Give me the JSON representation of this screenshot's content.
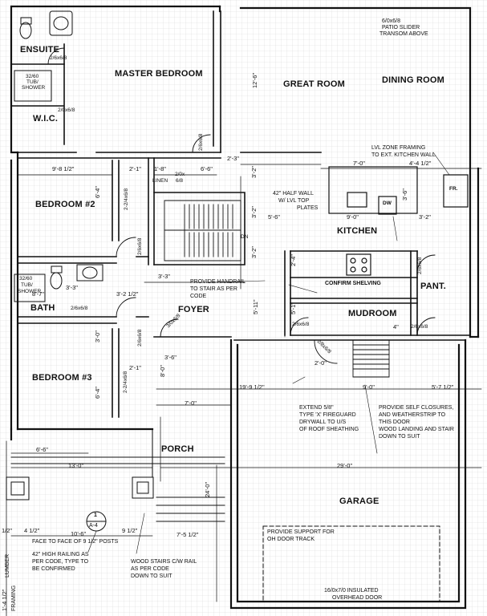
{
  "rooms": {
    "ensuite": "ENSUITE",
    "master_bedroom": "MASTER BEDROOM",
    "great_room": "GREAT ROOM",
    "dining_room": "DINING ROOM",
    "wic": "W.I.C.",
    "bedroom2": "BEDROOM #2",
    "kitchen": "KITCHEN",
    "bath": "BATH",
    "foyer": "FOYER",
    "mudroom": "MUDROOM",
    "pantry": "PANT.",
    "bedroom3": "BEDROOM #3",
    "porch": "PORCH",
    "garage": "GARAGE",
    "linen": "LINEN",
    "fridge": "FR.",
    "dishwasher": "DW",
    "down": "DN"
  },
  "doors": {
    "ensuite": "2/6x6/8",
    "tub_top": "32/60",
    "tub_bottom": "TUB/",
    "tub_shower": "SHOWER",
    "wic": "2/0x6/8",
    "master": "2/6x6/8",
    "linen_door": "2/0x",
    "linen_door2": "6/8",
    "bed2_closet": "2-2/4x6/8",
    "bed2": "2/6x6/8",
    "bath_tub_top": "32/60",
    "bath_tub_mid": "TUB/",
    "bath_tub_bot": "SHOWER",
    "bath": "2/6x6/8",
    "bed3": "2/6x6/8",
    "foyer_closet": "3/0x6/8",
    "bed3_closet": "2-2/4x6/8",
    "mudroom": "2/6x6/8",
    "mudroom_right": "2/6x6/8",
    "pantry": "2/6x6/8",
    "garage": "2/8x6/8"
  },
  "dims": {
    "d_2_3": "2'-3\"",
    "d_12_6": "12'-6\"",
    "d_9_8": "9'-8 1/2\"",
    "d_2_1a": "2'-1\"",
    "d_1_8": "1'-8\"",
    "d_6_6": "6'-6\"",
    "d_3_2a": "3'-2\"",
    "d_6_4a": "6'-4\"",
    "d_3_2b": "3'-2\"",
    "d_3_2c": "3'-2\"",
    "d_7_0a": "7'-0\"",
    "d_4_4": "4'-4 1/2\"",
    "d_3_6a": "3'-6\"",
    "d_5_6": "5'-6\"",
    "d_9_0a": "9'-0\"",
    "d_3_2d": "3'-2\"",
    "d_3_3a": "3'-3\"",
    "d_3_3b": "3'-3\"",
    "d_8_7": "8'-7\"",
    "d_3_2_1_2": "3'-2 1/2\"",
    "d_2_4": "2'-4\"",
    "d_5_11": "5'-11\"",
    "d_5_1": "5'-1\"",
    "d_4": "4\"",
    "d_3_0": "3'-0\"",
    "d_3_6b": "3'-6\"",
    "d_2_1b": "2'-1\"",
    "d_8_0": "8'-0\"",
    "d_2_0": "2'-0\"",
    "d_6_4b": "6'-4\"",
    "d_19_9": "19'-9 1/2\"",
    "d_9_0b": "9'-0\"",
    "d_5_7": "5'-7 1/2\"",
    "d_7_0b": "7'-0\"",
    "d_6_6b": "6'-6\"",
    "d_13_0": "13'-0\"",
    "d_29_0": "29'-0\"",
    "d_24_0": "24'-0\"",
    "d_4_1_2": "4 1/2\"",
    "d_10_6": "10'-6\"",
    "d_9_1_2": "9 1/2\"",
    "d_7_5": "7'-5 1/2\"",
    "d_1_2": "1/2\"",
    "d_1_4": "1'-4 1/2\""
  },
  "notes": {
    "patio1": "6/0x6/8",
    "patio2": "PATIO SLIDER",
    "patio3": "TRANSOM ABOVE",
    "lvl1": "LVL ZONE FRAMING",
    "lvl2": "TO EXT. KITCHEN WALL",
    "half1": "42\" HALF WALL",
    "half2": "W/ LVL TOP",
    "half3": "PLATES",
    "handrail1": "PROVIDE HANDRAIL",
    "handrail2": "TO STAIR AS PER",
    "handrail3": "CODE",
    "shelving": "CONFIRM SHELVING",
    "ext1": "EXTEND 5/8\"",
    "ext2": "TYPE 'X' FIREGUARD",
    "ext3": "DRYWALL TO U/S",
    "ext4": "OF ROOF SHEATHING",
    "self1": "PROVIDE SELF CLOSURES,",
    "self2": "AND WEATHERSTRIP TO",
    "self3": "THIS DOOR",
    "self4": "WOOD LANDING AND STAIR",
    "self5": "DOWN TO SUIT",
    "face1": "FACE TO FACE OF 9 1/2\" POSTS",
    "rail1": "42\" HIGH RAILING AS",
    "rail2": "PER CODE, TYPE TO",
    "rail3": "BE CONFIRMED",
    "wood1": "WOOD STAIRS C/W RAIL",
    "wood2": "AS PER CODE",
    "wood3": "DOWN TO SUIT",
    "support1": "PROVIDE SUPPORT FOR",
    "support2": "OH DOOR TRACK",
    "ohd1": "16/0x7/0 INSULATED",
    "ohd2": "OVERHEAD DOOR",
    "sec_num": "1",
    "sec_ref": "A-4",
    "framing1": "FRAMING",
    "framing2": "LUMBER"
  }
}
